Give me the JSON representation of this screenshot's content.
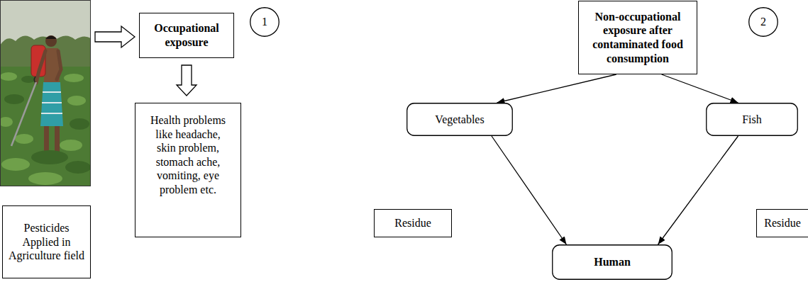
{
  "diagram": {
    "nodes": [
      {
        "text": [
          "Pesticides Applied in Agriculture field"
        ]
      },
      {
        "text": [
          "Occupational exposure"
        ]
      },
      {
        "text": [
          "1"
        ]
      },
      {
        "text": [
          "Health problems like headache, skin problem, stomach ache, vomiting, eye problem etc."
        ]
      },
      {
        "text": [
          "Non-occupational exposure after contaminated food consumption"
        ]
      },
      {
        "text": [
          "2"
        ]
      },
      {
        "text": [
          "Vegetables"
        ]
      },
      {
        "text": [
          "Fish"
        ]
      },
      {
        "text": [
          "Residue"
        ]
      },
      {
        "text": [
          "Human"
        ]
      },
      {
        "text": [
          "Residue"
        ]
      }
    ],
    "edges": [
      {
        "from": 1,
        "to": 3,
        "arrow": "to"
      },
      {
        "from": 4,
        "to": 6,
        "arrow": "to"
      },
      {
        "from": 4,
        "to": 7,
        "arrow": "to"
      },
      {
        "from": 6,
        "to": 9,
        "arrow": "to"
      },
      {
        "from": 7,
        "to": 9,
        "arrow": "to"
      }
    ]
  }
}
